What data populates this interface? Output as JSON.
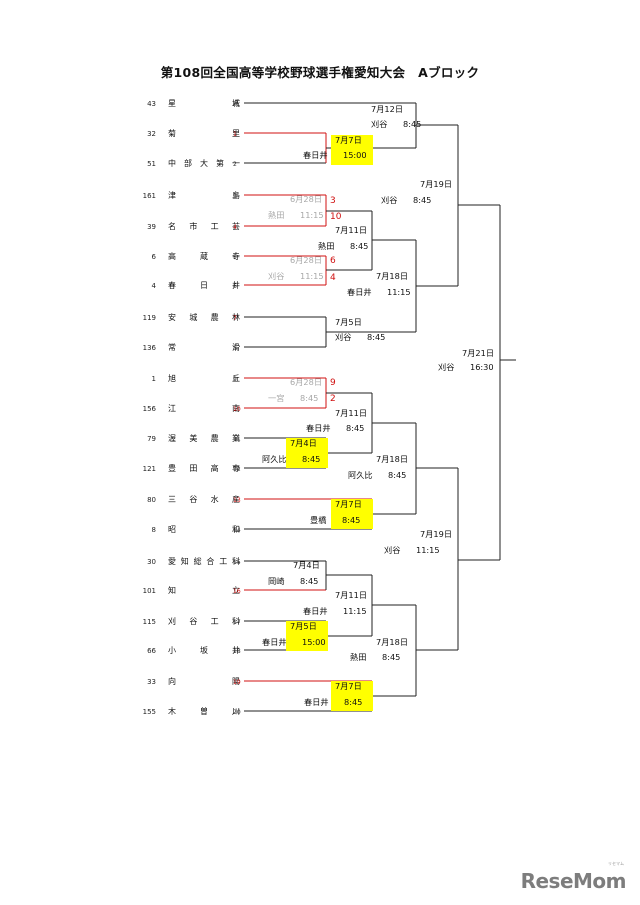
{
  "title": "第108回全国高等学校野球選手権愛知大会　Aブロック",
  "teams": [
    {
      "seed": "43",
      "name": "星　　　　城",
      "slot": "A",
      "slot_red": false
    },
    {
      "seed": "32",
      "name": "菊　　　　里",
      "slot": "1",
      "slot_red": true
    },
    {
      "seed": "51",
      "name": "中 部 大 第 一",
      "slot": "2",
      "slot_red": false
    },
    {
      "seed": "161",
      "name": "津　　　　島",
      "slot": "3",
      "slot_red": false
    },
    {
      "seed": "39",
      "name": "名　市　工　芸",
      "slot": "4",
      "slot_red": true
    },
    {
      "seed": "6",
      "name": "高　　蔵　　寺",
      "slot": "5",
      "slot_red": false
    },
    {
      "seed": "4",
      "name": "春　　日　　井",
      "slot": "6",
      "slot_red": false
    },
    {
      "seed": "119",
      "name": "安　城　農　林",
      "slot": "7",
      "slot_red": true
    },
    {
      "seed": "136",
      "name": "常　　　　滑",
      "slot": "8",
      "slot_red": false
    },
    {
      "seed": "1",
      "name": "旭　　　　丘",
      "slot": "9",
      "slot_red": false
    },
    {
      "seed": "156",
      "name": "江　　　　南",
      "slot": "10",
      "slot_red": true
    },
    {
      "seed": "79",
      "name": "渥　美　農　業",
      "slot": "11",
      "slot_red": false
    },
    {
      "seed": "121",
      "name": "豊　田　高　専",
      "slot": "12",
      "slot_red": false
    },
    {
      "seed": "80",
      "name": "三　谷　水　産",
      "slot": "13",
      "slot_red": true
    },
    {
      "seed": "8",
      "name": "昭　　　　和",
      "slot": "14",
      "slot_red": false
    },
    {
      "seed": "30",
      "name": "愛 知 総 合 工 科",
      "slot": "15",
      "slot_red": false
    },
    {
      "seed": "101",
      "name": "知　　　　立",
      "slot": "16",
      "slot_red": true
    },
    {
      "seed": "115",
      "name": "刈　谷　工　科",
      "slot": "17",
      "slot_red": false
    },
    {
      "seed": "66",
      "name": "小　　坂　　井",
      "slot": "18",
      "slot_red": false
    },
    {
      "seed": "33",
      "name": "向　　　　陽",
      "slot": "19",
      "slot_red": true
    },
    {
      "seed": "155",
      "name": "木　　曽　　川",
      "slot": "20",
      "slot_red": false
    }
  ],
  "games": [
    {
      "date": "7月12日",
      "venue": "刈谷",
      "time": "8:45"
    },
    {
      "date": "7月7日",
      "venue": "春日井",
      "time": "15:00"
    },
    {
      "date": "6月28日",
      "venue": "熱田",
      "time": "11:15"
    },
    {
      "date": "7月11日",
      "venue": "熱田",
      "time": "8:45"
    },
    {
      "date": "6月28日",
      "venue": "刈谷",
      "time": "11:15"
    },
    {
      "date": "7月18日",
      "venue": "春日井",
      "time": "11:15"
    },
    {
      "date": "7月5日",
      "venue": "刈谷",
      "time": "8:45"
    },
    {
      "date": "7月19日",
      "venue": "刈谷",
      "time": "8:45"
    },
    {
      "date": "7月21日",
      "venue": "刈谷",
      "time": "16:30"
    },
    {
      "date": "6月28日",
      "venue": "一宮",
      "time": "8:45"
    },
    {
      "date": "7月11日",
      "venue": "春日井",
      "time": "8:45"
    },
    {
      "date": "7月4日",
      "venue": "阿久比",
      "time": "8:45"
    },
    {
      "date": "7月18日",
      "venue": "阿久比",
      "time": "8:45"
    },
    {
      "date": "7月7日",
      "venue": "豊橋",
      "time": "8:45"
    },
    {
      "date": "7月19日",
      "venue": "刈谷",
      "time": "11:15"
    },
    {
      "date": "7月4日",
      "venue": "岡崎",
      "time": "8:45"
    },
    {
      "date": "7月11日",
      "venue": "春日井",
      "time": "11:15"
    },
    {
      "date": "7月5日",
      "venue": "春日井",
      "time": "15:00"
    },
    {
      "date": "7月18日",
      "venue": "熱田",
      "time": "8:45"
    },
    {
      "date": "7月7日",
      "venue": "春日井",
      "time": "8:45"
    }
  ],
  "scores": [
    {
      "winner": "10",
      "loser": "3"
    },
    {
      "winner": "4",
      "loser": "6"
    },
    {
      "winner": "9",
      "loser": "2"
    }
  ],
  "logo": {
    "text": "ReseMom",
    "sub": "リセマム"
  },
  "colors": {
    "highlight": "#ffff00",
    "winner_line": "#d01010",
    "line": "#222222",
    "past": "#a8a8a8"
  }
}
